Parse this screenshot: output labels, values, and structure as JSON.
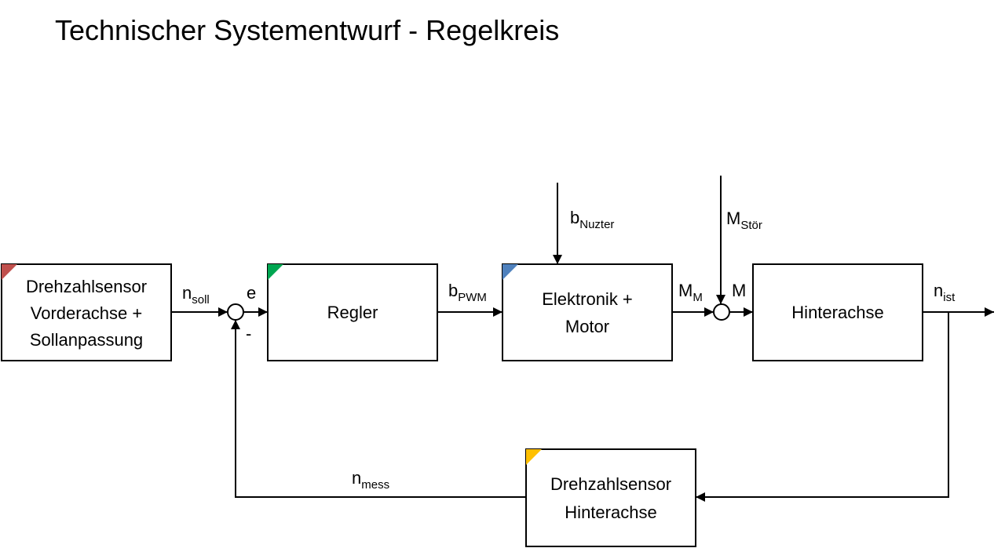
{
  "title": "Technischer Systementwurf - Regelkreis",
  "colors": {
    "marker_red": "#c0504d",
    "marker_green": "#00a651",
    "marker_blue": "#4f81bd",
    "marker_yellow": "#ffc000"
  },
  "blocks": {
    "front_sensor": {
      "lines": [
        "Drehzahlsensor",
        "Vorderachse +",
        "Sollanpassung"
      ],
      "marker": "red"
    },
    "controller": {
      "lines": [
        "Regler"
      ],
      "marker": "green"
    },
    "motor": {
      "lines": [
        "Elektronik +",
        "Motor"
      ],
      "marker": "blue"
    },
    "rear_axle": {
      "lines": [
        "Hinterachse"
      ]
    },
    "rear_sensor": {
      "lines": [
        "Drehzahlsensor",
        "Hinterachse"
      ],
      "marker": "yellow"
    }
  },
  "signals": {
    "n_soll": {
      "base": "n",
      "sub": "soll"
    },
    "e": {
      "base": "e",
      "sub": ""
    },
    "minus": {
      "base": "-",
      "sub": ""
    },
    "b_pwm": {
      "base": "b",
      "sub": "PWM"
    },
    "b_nuzter": {
      "base": "b",
      "sub": "Nuzter"
    },
    "m_m": {
      "base": "M",
      "sub": "M"
    },
    "m": {
      "base": "M",
      "sub": ""
    },
    "m_stoer": {
      "base": "M",
      "sub": "Stör"
    },
    "n_ist": {
      "base": "n",
      "sub": "ist"
    },
    "n_mess": {
      "base": "n",
      "sub": "mess"
    }
  }
}
